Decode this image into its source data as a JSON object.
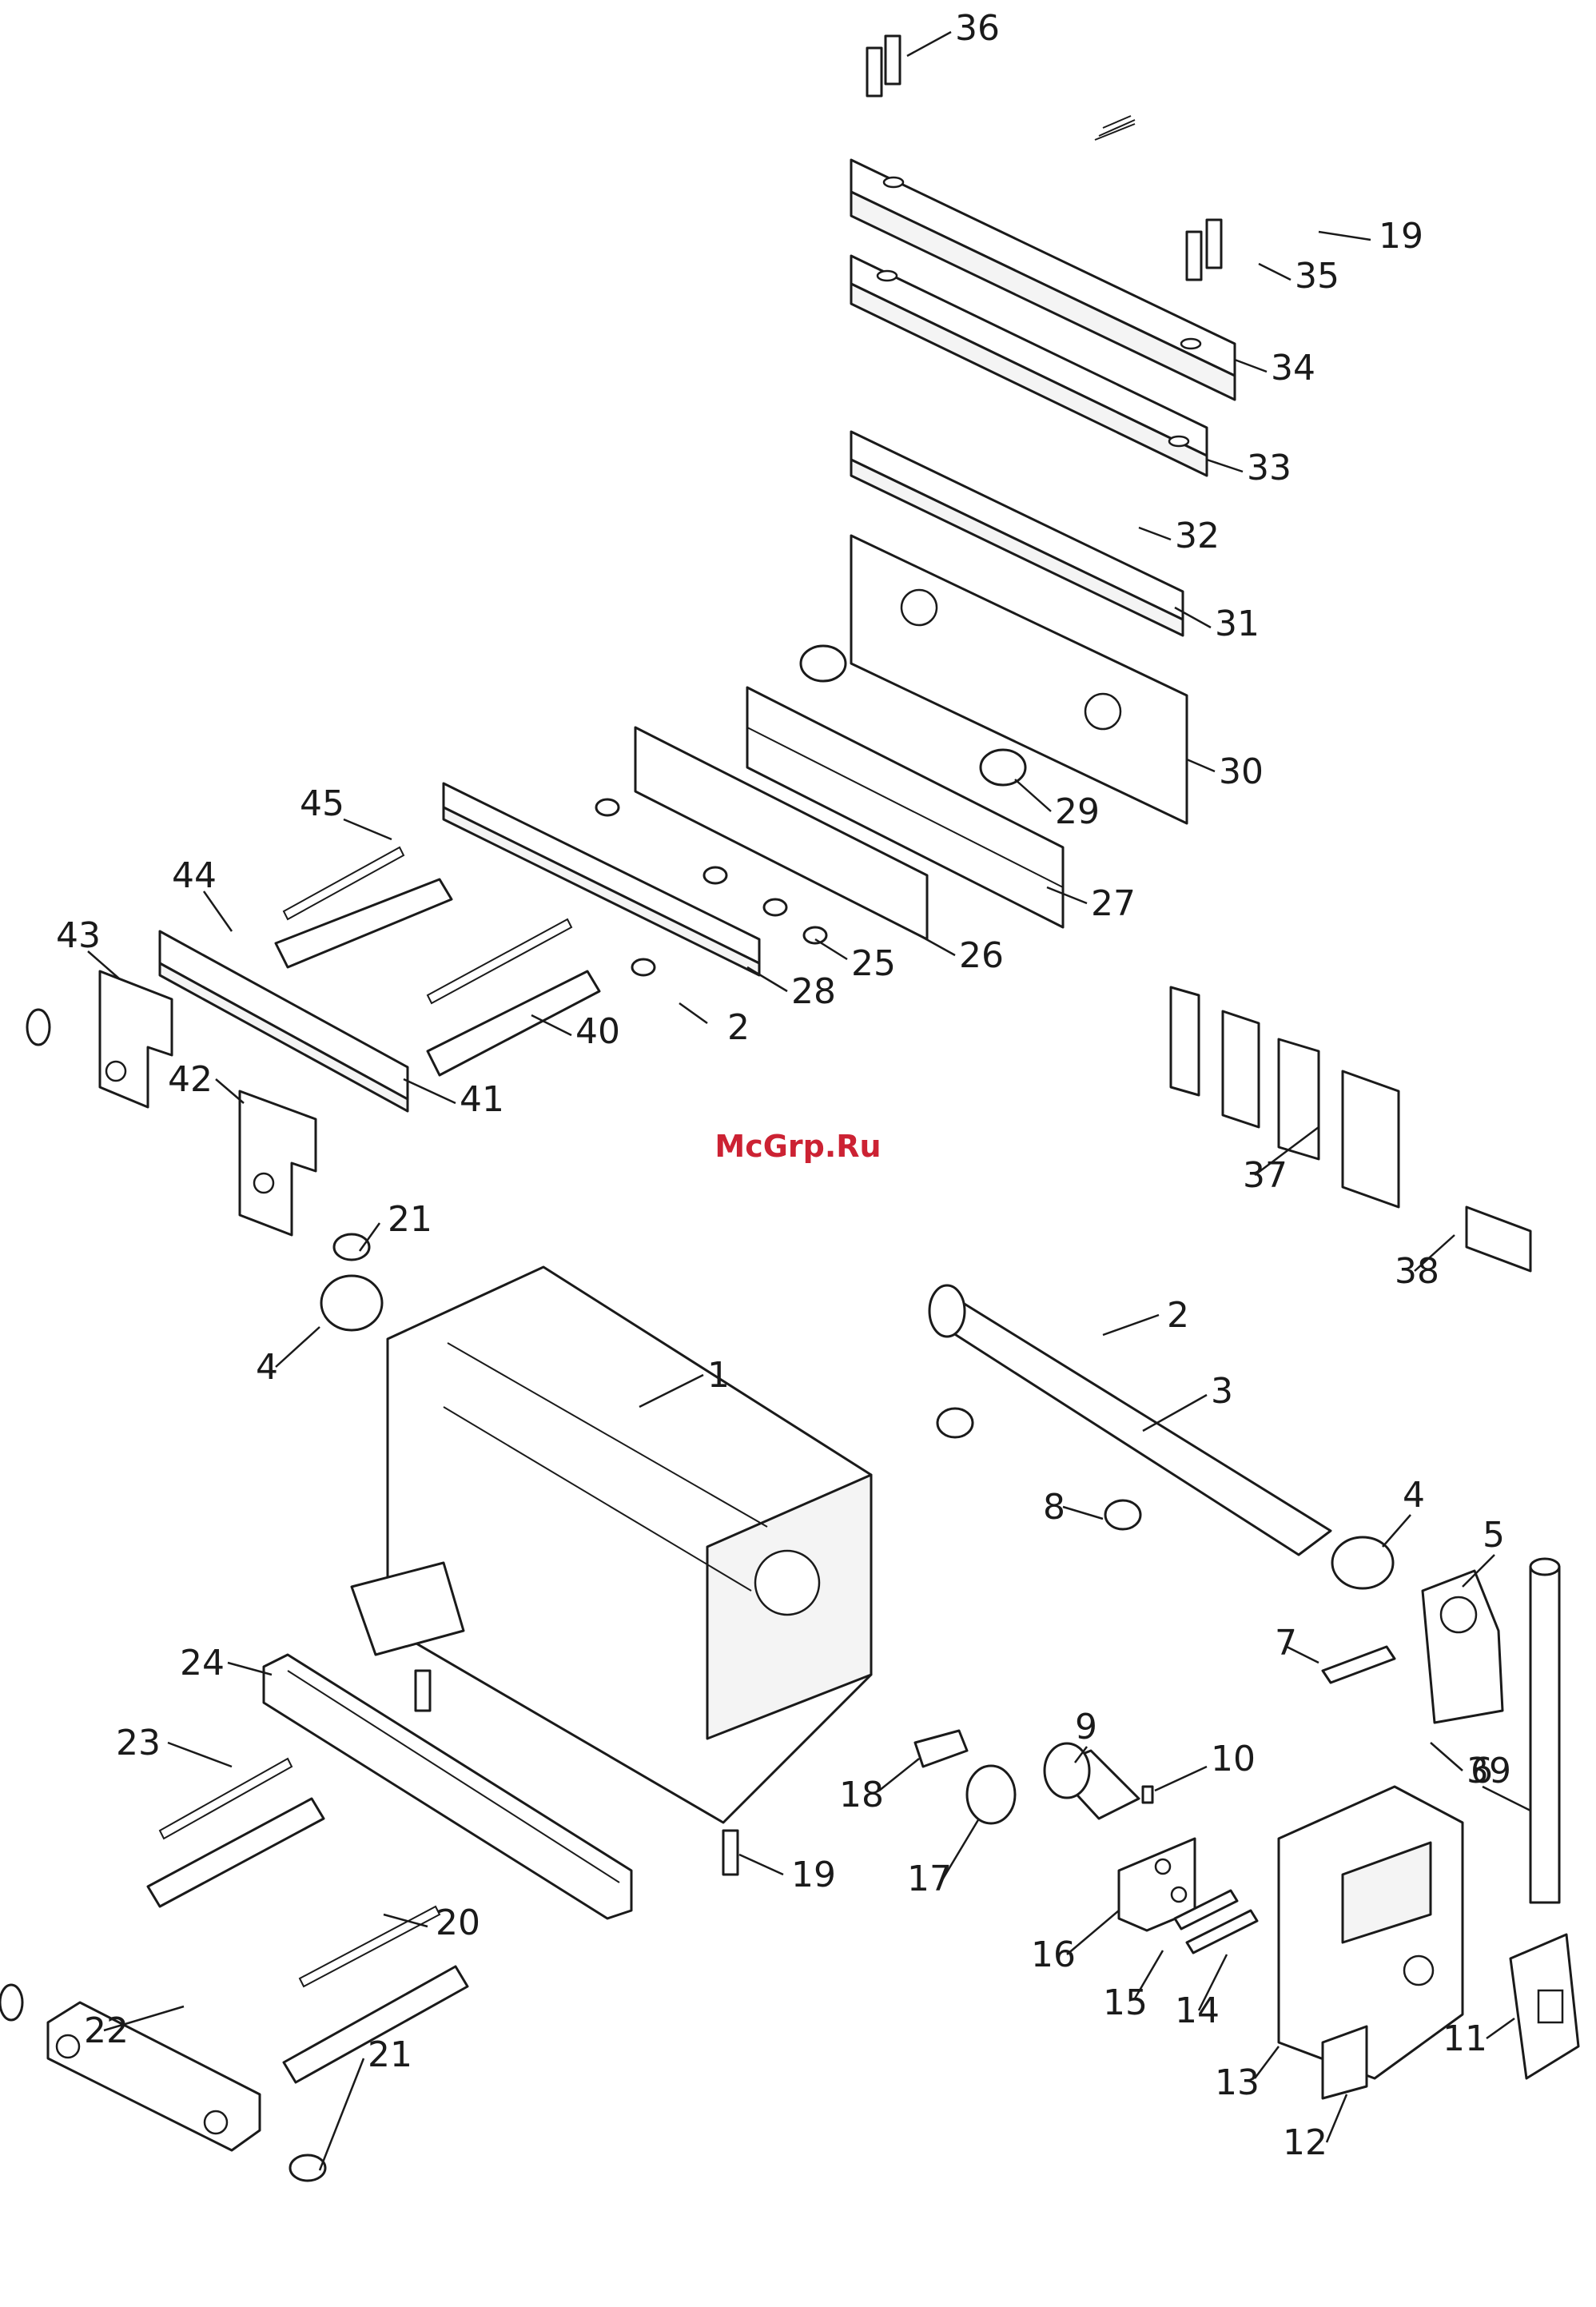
{
  "watermark": {
    "text": "McGrp.Ru",
    "color": "#cc2233"
  },
  "callouts": [
    "1",
    "2",
    "2",
    "3",
    "4",
    "4",
    "5",
    "6",
    "7",
    "8",
    "9",
    "10",
    "11",
    "12",
    "13",
    "14",
    "15",
    "16",
    "17",
    "18",
    "19",
    "19",
    "20",
    "21",
    "21",
    "22",
    "23",
    "24",
    "25",
    "26",
    "27",
    "28",
    "29",
    "30",
    "31",
    "32",
    "33",
    "34",
    "35",
    "36",
    "37",
    "38",
    "39",
    "40",
    "41",
    "42",
    "43",
    "44",
    "45"
  ]
}
